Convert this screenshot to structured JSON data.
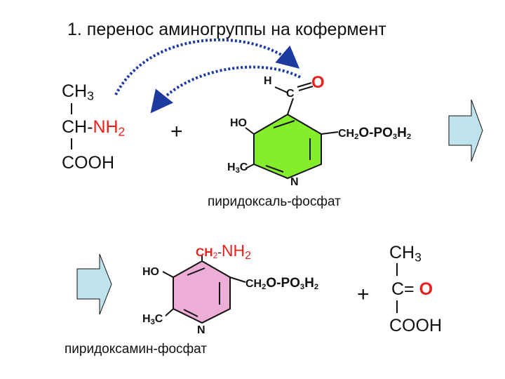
{
  "title": "1.  перенос аминогруппы на кофермент",
  "amino_acid": {
    "ch3": "CH",
    "ch3_sub": "3",
    "ch_prefix": "CH-",
    "nh2": "NH",
    "nh2_sub": "2",
    "cooh": "COOH"
  },
  "plus1": "+",
  "pyridoxal": {
    "h": "H",
    "c": "C",
    "o": "O",
    "ho": "HO",
    "ch2o": "CH",
    "ch2o_sub": "2",
    "ch2o_rest": "O-PO",
    "po_sub": "3",
    "h2": "H",
    "h2_sub": "2",
    "h3c": "H",
    "h3c_sub": "3",
    "h3c_rest": "C",
    "n": "N",
    "caption": "пиридоксаль-фосфат",
    "ring_color": "#85ee2b"
  },
  "pyridoxamine": {
    "ch2": "CH",
    "ch2_sub": "2",
    "dash": "-",
    "nh2": "NH",
    "nh2_sub": "2",
    "ho": "HO",
    "ch2o": "CH",
    "ch2o_sub": "2",
    "ch2o_rest": "O-PO",
    "po_sub": "3",
    "h2": "H",
    "h2_sub": "2",
    "h3c": "H",
    "h3c_sub": "3",
    "h3c_rest": "C",
    "n": "N",
    "caption": "пиридоксамин-фосфат",
    "ring_color": "#ecaed6"
  },
  "plus2": "+",
  "keto_acid": {
    "ch3": "CH",
    "ch3_sub": "3",
    "c_eq": "C= ",
    "o": "O",
    "cooh": "COOH"
  },
  "colors": {
    "arrow_fill": "#bfe3ec",
    "dashed_arrow": "#1c3aa0",
    "accent_red": "#e8211d"
  }
}
